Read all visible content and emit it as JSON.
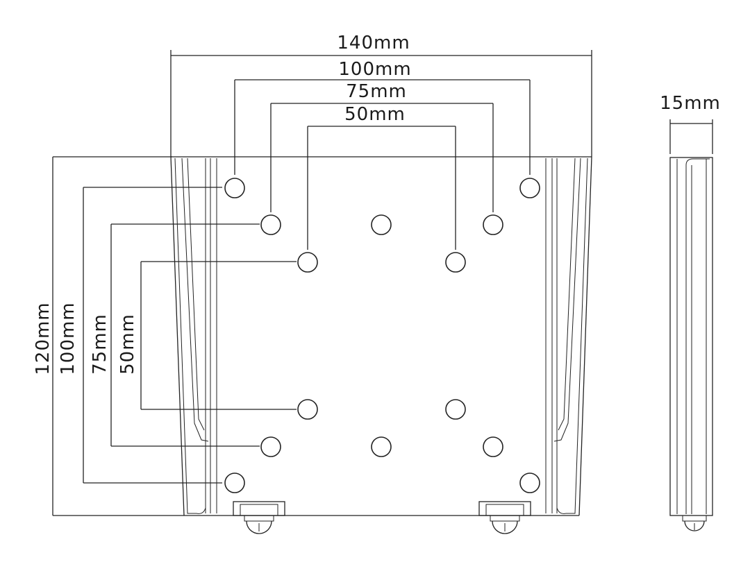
{
  "diagram": {
    "widths": {
      "outer": "140mm",
      "vesa_100": "100mm",
      "vesa_75": "75mm",
      "vesa_50": "50mm"
    },
    "heights": {
      "outer": "120mm",
      "vesa_100": "100mm",
      "vesa_75": "75mm",
      "vesa_50": "50mm"
    },
    "depth": "15mm"
  }
}
